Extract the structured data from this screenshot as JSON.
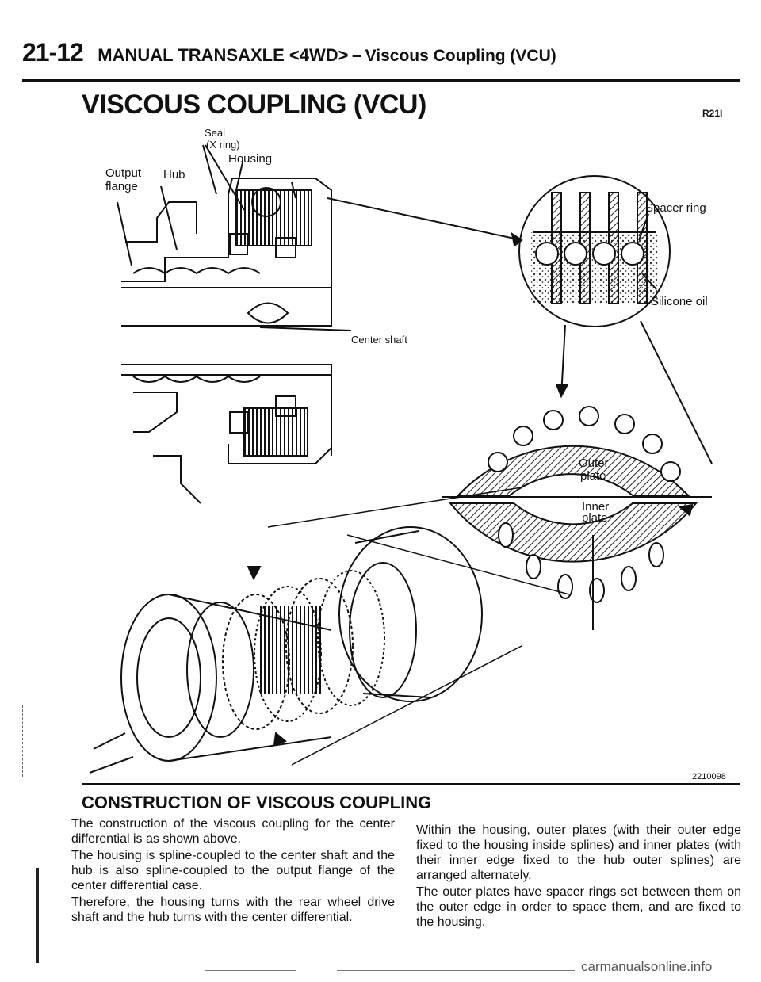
{
  "header": {
    "page_number": "21-12",
    "manual_title": "MANUAL TRANSAXLE <4WD>",
    "separator": "–",
    "section": "Viscous Coupling (VCU)"
  },
  "title": "VISCOUS COUPLING (VCU)",
  "title_code": "R21I",
  "diagram": {
    "labels": {
      "seal": "Seal",
      "x_ring": "(X ring)",
      "housing": "Housing",
      "output": "Output",
      "flange": "flange",
      "hub": "Hub",
      "spacer_ring": "Spacer ring",
      "silicone_oil": "Silicone oil",
      "center_shaft": "Center shaft",
      "outer": "Outer",
      "outer_plate": "plate",
      "inner": "Inner",
      "inner_plate": "plate"
    },
    "figure_code": "2210098"
  },
  "section_title": "CONSTRUCTION OF VISCOUS COUPLING",
  "left_column": [
    "The construction of the viscous coupling for the center differential is as shown above.",
    "The housing is spline-coupled to the center shaft and the hub is also spline-coupled to the output flange of the center differential case.",
    "Therefore, the housing turns with the rear wheel drive shaft and the hub turns with the center differential."
  ],
  "right_column": [
    "Within the housing, outer plates (with their outer edge fixed to the housing inside splines) and inner plates (with their inner edge fixed to the hub outer splines) are arranged alternately.",
    "The outer plates have spacer rings set between them on the outer edge in order to space them, and are fixed to the housing."
  ],
  "footer": {
    "watermark": "carmanualsonline.info"
  }
}
